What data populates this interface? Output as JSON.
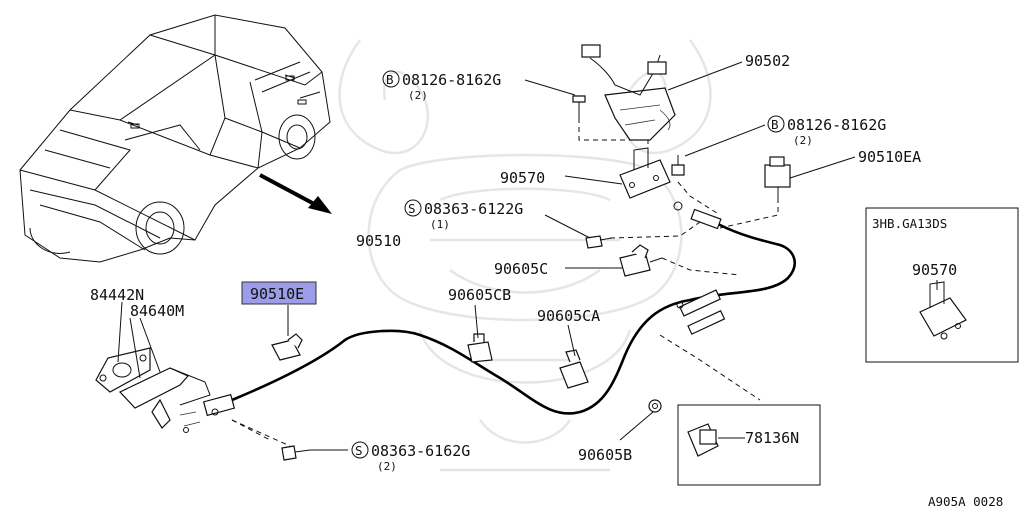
{
  "diagram": {
    "reference_code": "A905A 0028",
    "highlight_color": "#9c9ce8",
    "parts": {
      "p90502": "90502",
      "p90570": "90570",
      "p90510ea": "90510EA",
      "p90510": "90510",
      "p90510e": "90510E",
      "p90605c": "90605C",
      "p90605cb": "90605CB",
      "p90605ca": "90605CA",
      "p90605b": "90605B",
      "p84442n": "84442N",
      "p84640m": "84640M",
      "p78136n": "78136N"
    },
    "bolts": {
      "b1": {
        "marker": "B",
        "code": "08126-8162G",
        "qty": "(2)"
      },
      "b2": {
        "marker": "B",
        "code": "08126-8162G",
        "qty": "(2)"
      },
      "s1": {
        "marker": "S",
        "code": "08363-6122G",
        "qty": "(1)"
      },
      "s2": {
        "marker": "S",
        "code": "08363-6162G",
        "qty": "(2)"
      }
    },
    "variant_box": {
      "title": "3HB.GA13DS",
      "part": "90570"
    }
  }
}
